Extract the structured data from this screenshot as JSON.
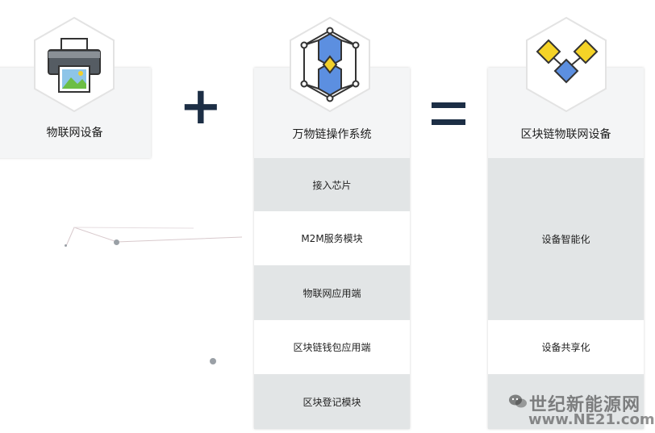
{
  "left_card": {
    "title": "物联网设备"
  },
  "plus": "+",
  "equals": "=",
  "middle_card": {
    "title": "万物链操作系统",
    "rows": [
      "接入芯片",
      "M2M服务模块",
      "物联网应用端",
      "区块链钱包应用端",
      "区块登记模块"
    ]
  },
  "right_card": {
    "title": "区块链物联网设备",
    "rows": [
      "设备智能化",
      "设备共享化"
    ]
  },
  "watermark": {
    "line1": "世纪新能源网",
    "line2": "www.NE21.com"
  },
  "icons": [
    "printer-icon",
    "hexagon-network-icon",
    "diamond-blocks-icon",
    "wechat-icon"
  ]
}
